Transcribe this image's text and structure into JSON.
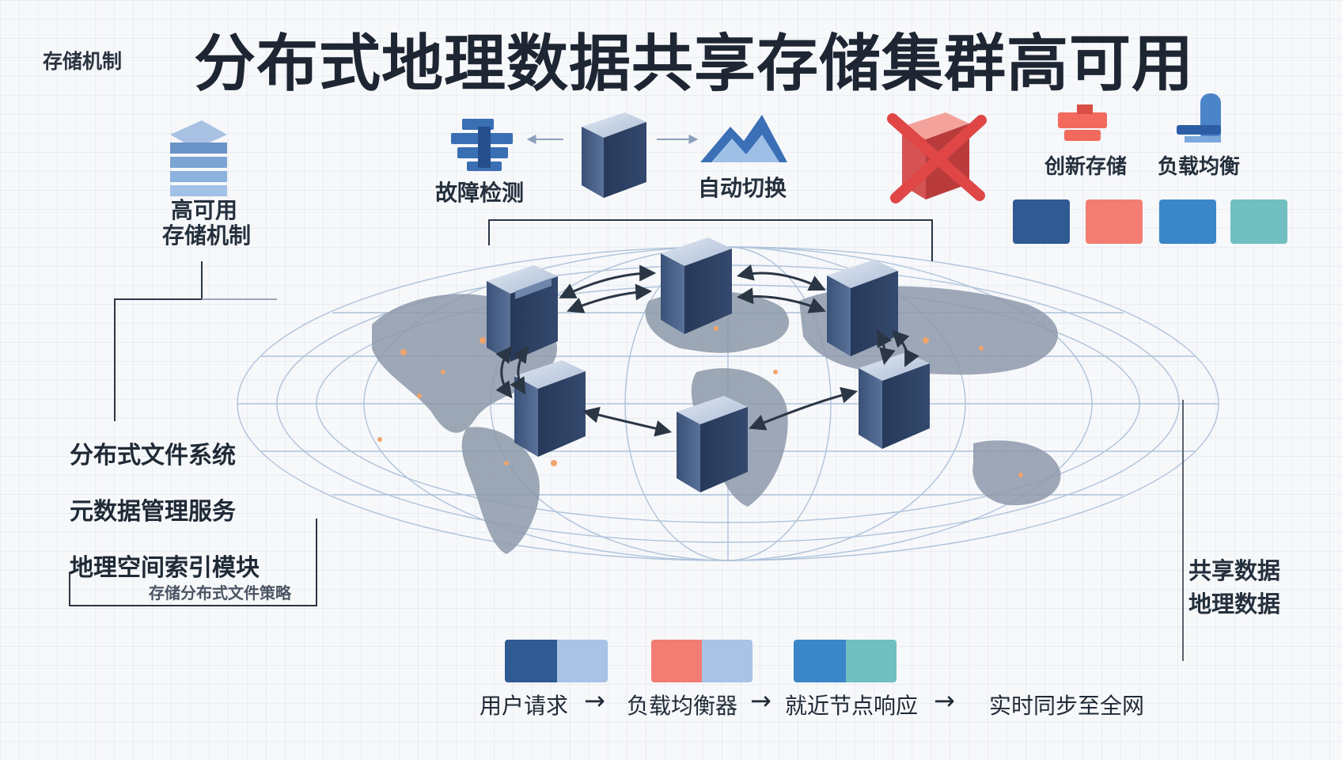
{
  "title": "分布式地理数据共享存储集群高可用",
  "corner_label": "存储机制",
  "mechanism": {
    "line1": "高可用",
    "line2": "存储机制"
  },
  "top_flow": {
    "fault_detect": "故障检测",
    "auto_switch": "自动切换"
  },
  "top_right": {
    "label_a": "创新存储",
    "label_b": "负载均衡"
  },
  "features": {
    "items": [
      "分布式文件系统",
      "元数据管理服务",
      "地理空间索引模块"
    ],
    "note": "存储分布式文件策略"
  },
  "right_labels": {
    "line1": "共享数据",
    "line2": "地理数据"
  },
  "bottom_flow": {
    "steps": [
      "用户请求",
      "负载均衡器",
      "就近节点响应",
      "实时同步至全网"
    ],
    "arrow": "→"
  },
  "colors": {
    "dark_blue": "#2f5a92",
    "coral": "#f37d73",
    "mid_blue": "#3b86c9",
    "teal": "#71bfc1",
    "light_blue": "#a8c3e6",
    "alert_red": "#e04646"
  }
}
